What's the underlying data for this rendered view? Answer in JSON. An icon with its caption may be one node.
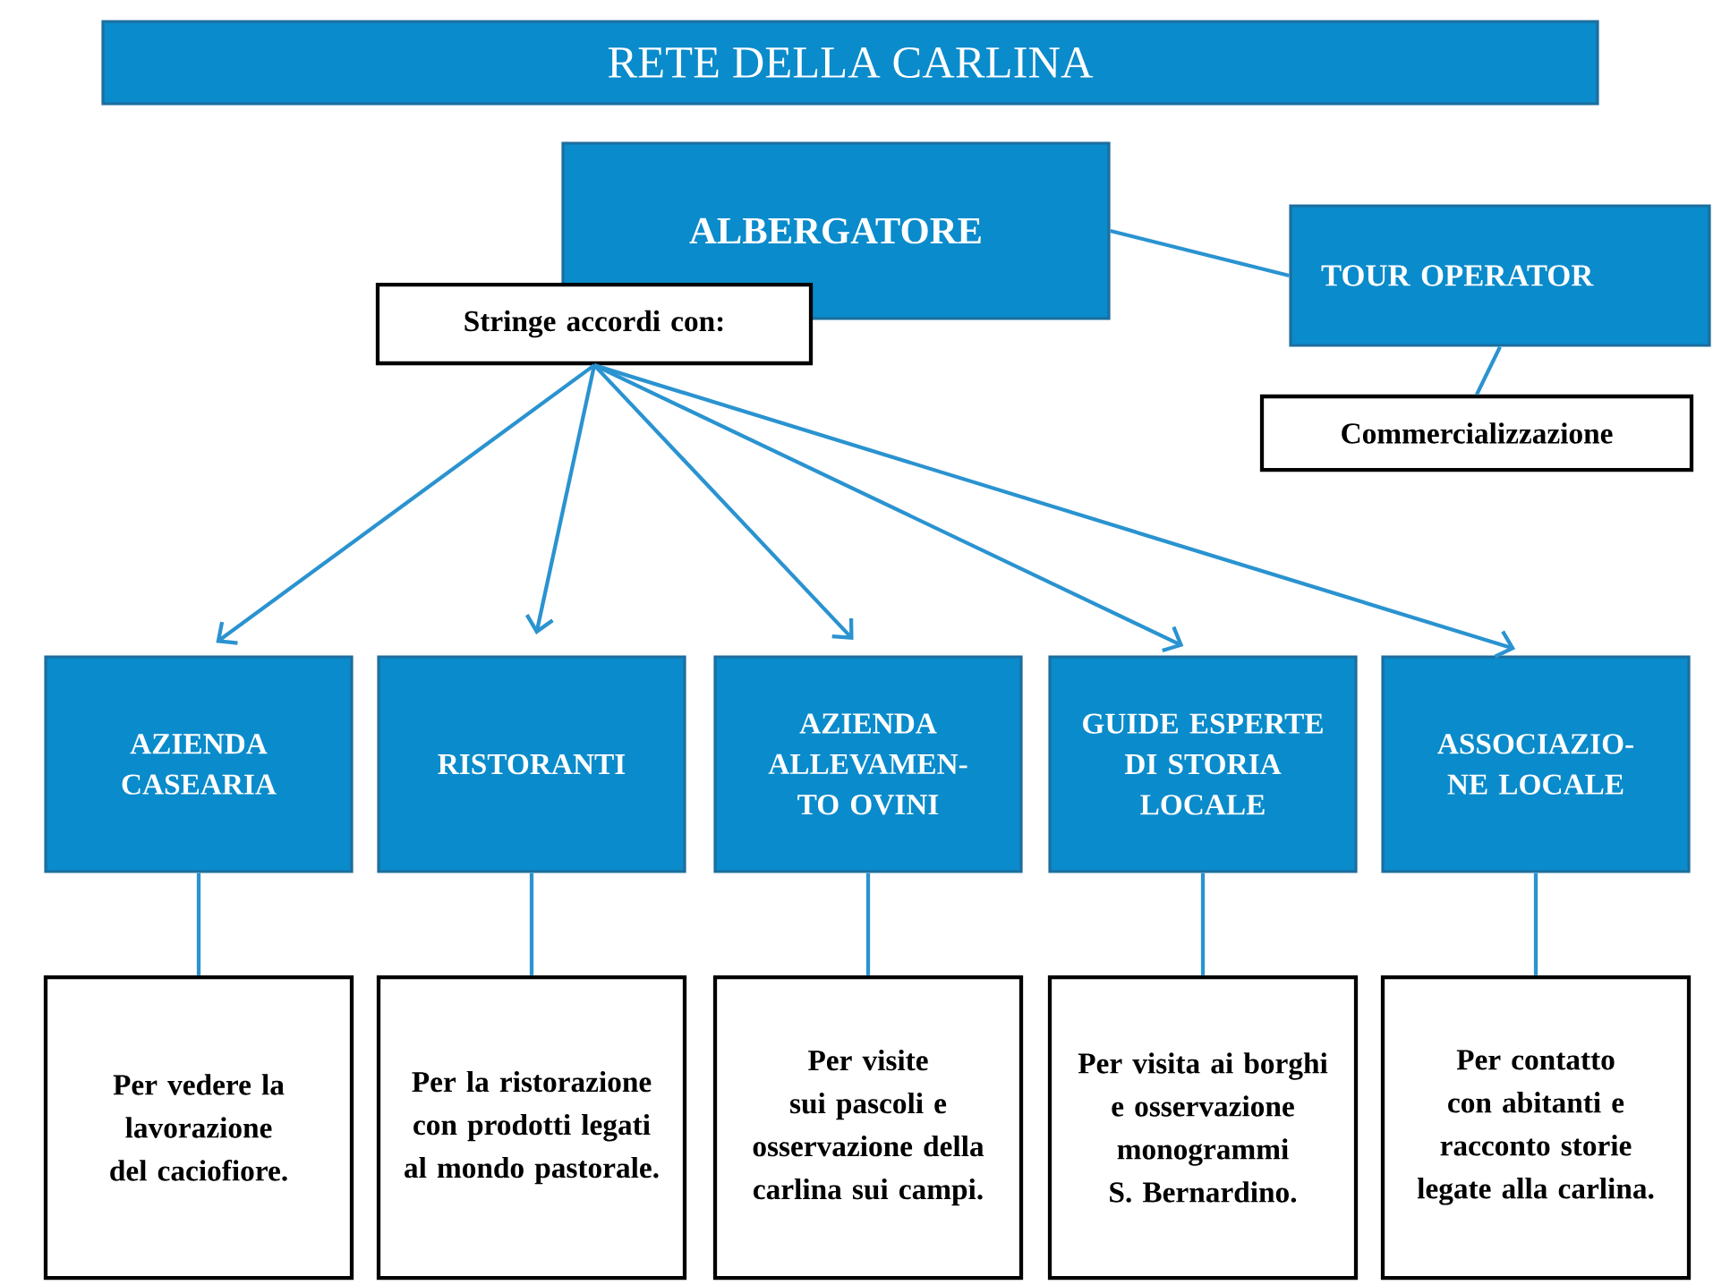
{
  "diagram": {
    "title": "RETE DELLA CARLINA",
    "nodes": [
      {
        "text": [
          "ALBERGATORE"
        ]
      },
      {
        "text": [
          "Stringe accordi con:"
        ]
      },
      {
        "text": [
          "TOUR OPERATOR"
        ]
      },
      {
        "text": [
          "Commercializzazione"
        ]
      },
      {
        "text": [
          "AZIENDA CASEARIA"
        ]
      },
      {
        "text": [
          "RISTORANTI"
        ]
      },
      {
        "text": [
          "AZIENDA ALLEVAMEN- TO OVINI"
        ]
      },
      {
        "text": [
          "GUIDE ESPERTE DI STORIA LOCALE"
        ]
      },
      {
        "text": [
          "ASSOCIAZIO- NE LOCALE"
        ]
      },
      {
        "text": [
          "Per vedere la lavorazione del caciofiore."
        ]
      },
      {
        "text": [
          "Per la ristorazione con prodotti legati al mondo pastorale."
        ]
      },
      {
        "text": [
          "Per visite sui pascoli e osservazione della carlina sui campi."
        ]
      },
      {
        "text": [
          "Per visita ai borghi e osservazione monogrammi S. Bernardino."
        ]
      },
      {
        "text": [
          "Per contatto con abitanti e racconto storie legate alla carlina."
        ]
      }
    ],
    "edges": [
      {
        "from": 0,
        "to": 2,
        "arrow": "none"
      },
      {
        "from": 2,
        "to": 3,
        "arrow": "none"
      },
      {
        "from": 1,
        "to": 4,
        "arrow": "to"
      },
      {
        "from": 1,
        "to": 5,
        "arrow": "to"
      },
      {
        "from": 1,
        "to": 6,
        "arrow": "to"
      },
      {
        "from": 1,
        "to": 7,
        "arrow": "to"
      },
      {
        "from": 1,
        "to": 8,
        "arrow": "to"
      },
      {
        "from": 4,
        "to": 9,
        "arrow": "none"
      },
      {
        "from": 5,
        "to": 10,
        "arrow": "none"
      },
      {
        "from": 6,
        "to": 11,
        "arrow": "none"
      },
      {
        "from": 7,
        "to": 12,
        "arrow": "none"
      },
      {
        "from": 8,
        "to": 13,
        "arrow": "none"
      }
    ]
  }
}
